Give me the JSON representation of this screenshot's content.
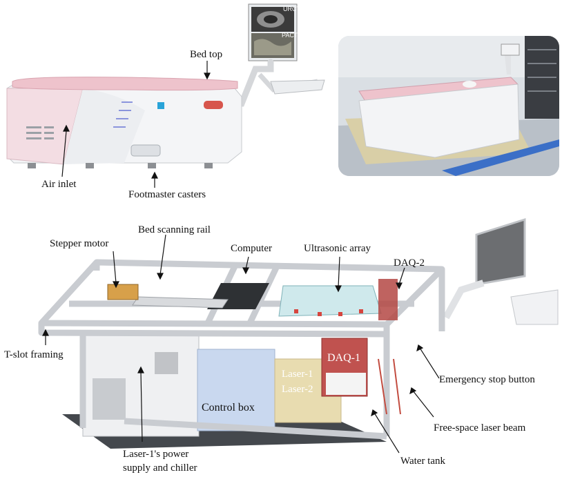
{
  "monitor": {
    "top_label": "URCT",
    "bottom_label": "PACT"
  },
  "labels": {
    "bed_top": "Bed top",
    "air_inlet": "Air inlet",
    "footmaster_casters": "Footmaster casters",
    "bed_scanning_rail": "Bed scanning rail",
    "stepper_motor": "Stepper motor",
    "computer": "Computer",
    "ultrasonic_array": "Ultrasonic array",
    "daq_2": "DAQ-2",
    "t_slot_framing": "T-slot framing",
    "daq_1": "DAQ-1",
    "laser_1": "Laser-1",
    "laser_2": "Laser-2",
    "control_box": "Control box",
    "emergency_stop": "Emergency stop button",
    "free_space_laser": "Free-space laser beam",
    "laser1_power_line1": "Laser-1's power",
    "laser1_power_line2": "supply and chiller",
    "water_tank": "Water tank"
  },
  "colors": {
    "bed_pink": "#eec3cc",
    "body_white": "#f4f5f7",
    "frame_gray": "#c9ccd1",
    "control_box_blue": "#c9d8ef",
    "laser_yellow": "#e8dcb0",
    "daq_red": "#c0524f",
    "floor_blue": "#3b6fc7"
  }
}
